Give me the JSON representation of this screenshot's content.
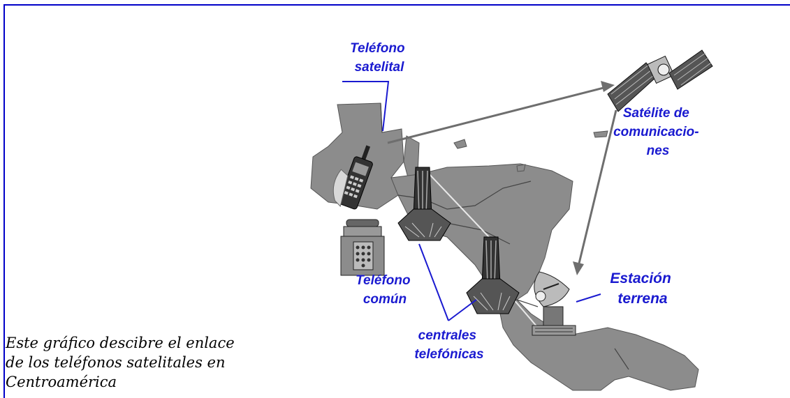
{
  "caption": {
    "lines": [
      "Este gráfico descibre el enlace",
      "de los teléfonos satelitales en",
      "Centroamérica"
    ]
  },
  "labels": {
    "telefono_satelital": [
      "Teléfono",
      "satelital"
    ],
    "satelite": [
      "Satélite de",
      "comunicacio-",
      "nes"
    ],
    "estacion": [
      "Estación",
      "terrena"
    ],
    "telefono_comun": [
      "Teléfono",
      "común"
    ],
    "centrales": [
      "centrales",
      "telefónicas"
    ]
  },
  "colors": {
    "frame": "#0000c8",
    "label": "#1a1ad0",
    "map": "#8c8c8c",
    "link": "#6e6e6e"
  },
  "icons": [
    "satellite-phone-icon",
    "communications-satellite-icon",
    "earth-station-dish-icon",
    "landline-phone-icon",
    "exchange-tower-icon"
  ]
}
